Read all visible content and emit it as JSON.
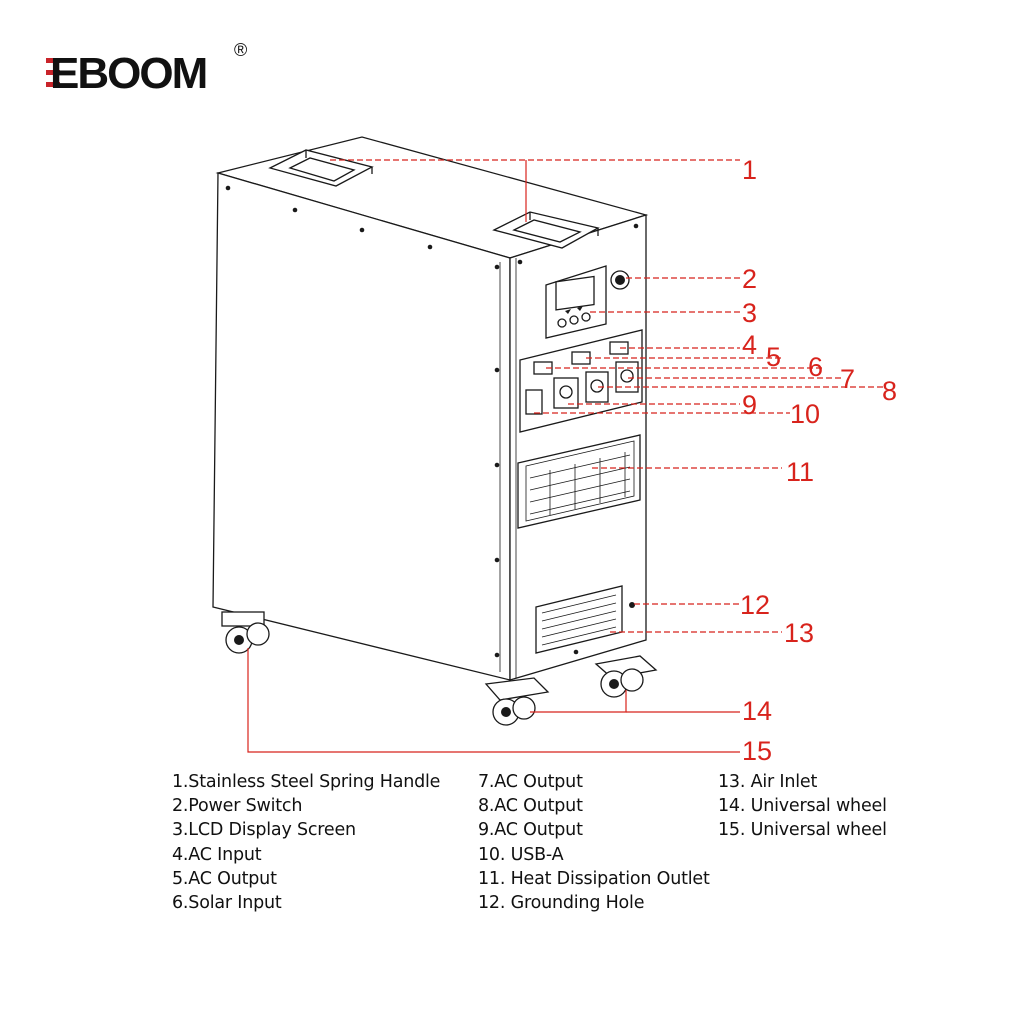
{
  "brand": {
    "logo_text": "EBOOM",
    "registered_mark": "®"
  },
  "callouts": [
    "1",
    "2",
    "3",
    "4",
    "5",
    "6",
    "7",
    "8",
    "9",
    "10",
    "11",
    "12",
    "13",
    "14",
    "15"
  ],
  "legend": {
    "column1": [
      "1.Stainless Steel Spring Handle",
      "2.Power Switch",
      "3.LCD Display Screen",
      "4.AC Input",
      "5.AC Output",
      "6.Solar Input"
    ],
    "column2": [
      "7.AC Output",
      "8.AC Output",
      "9.AC Output",
      "10. USB-A",
      "11. Heat Dissipation Outlet",
      "12. Grounding Hole"
    ],
    "column3": [
      "13. Air Inlet",
      "14. Universal wheel",
      "15. Universal wheel"
    ]
  },
  "colors": {
    "callout": "#d8231c",
    "line_art": "#1a1a1a",
    "background": "#ffffff"
  }
}
